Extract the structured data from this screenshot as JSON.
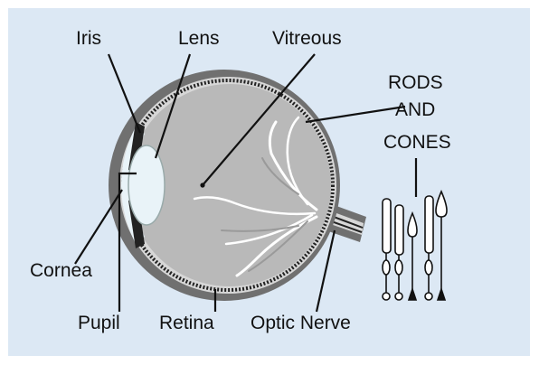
{
  "labels": {
    "iris": "Iris",
    "lens": "Lens",
    "vitreous": "Vitreous",
    "rods_line1": "RODS",
    "rods_line2": "AND",
    "rods_line3": "CONES",
    "cornea": "Cornea",
    "pupil": "Pupil",
    "retina": "Retina",
    "optic_nerve": "Optic Nerve"
  },
  "colors": {
    "panel_background": "#dce8f4",
    "sclera": "#707070",
    "retina_band": "#d7d7d7",
    "vitreous": "#b9b9b9",
    "lens": "#e9f3f8",
    "blood_vessels": "#ffffff",
    "ink": "#111111"
  }
}
